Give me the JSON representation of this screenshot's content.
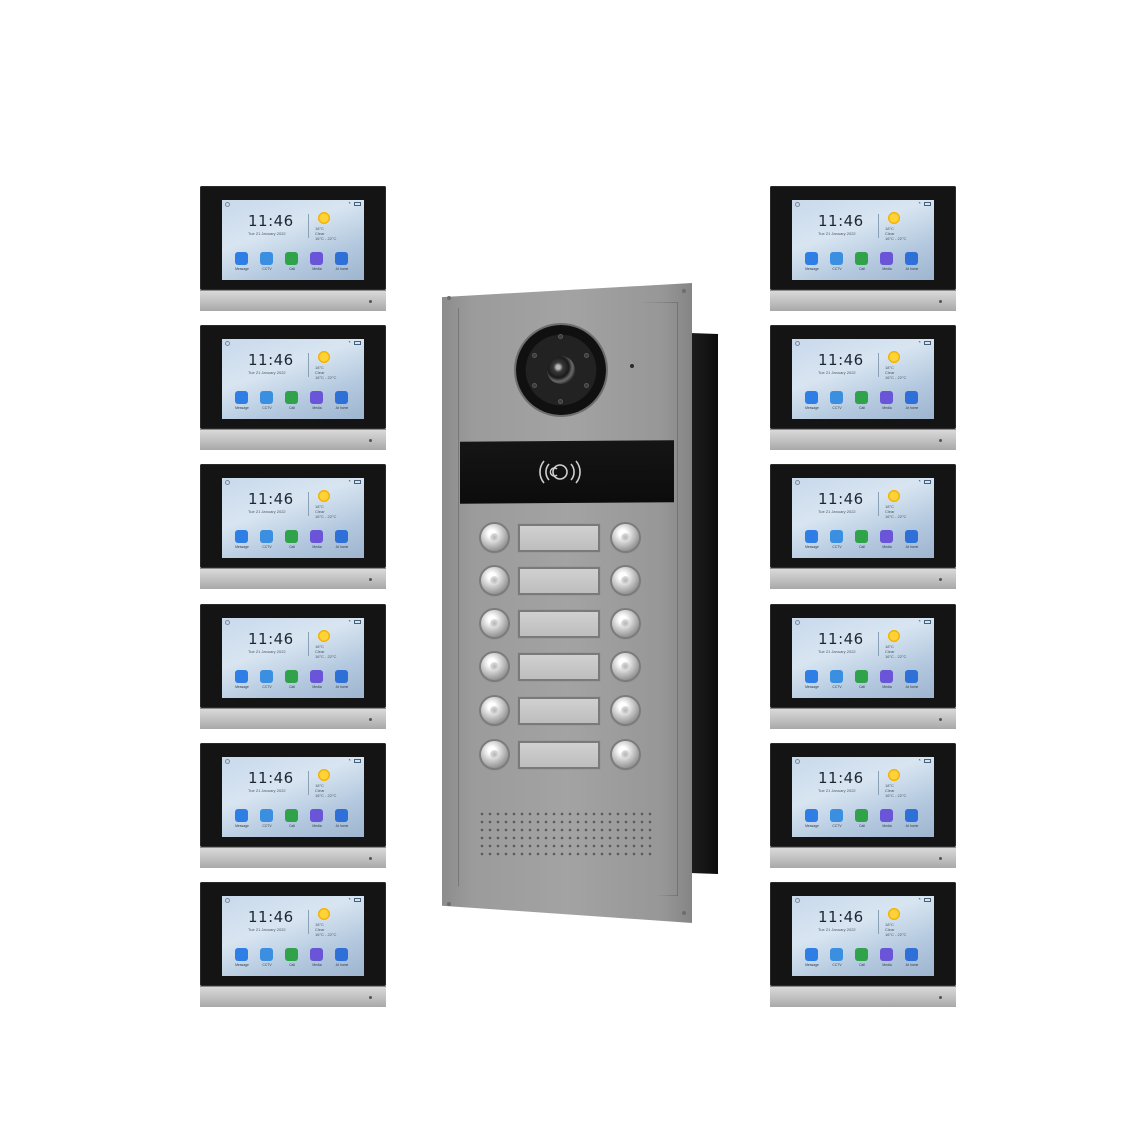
{
  "monitor": {
    "time": "11:46",
    "date": "Tue 21 January 2022",
    "weather": [
      "18°C",
      "Clear",
      "16°C - 22°C"
    ],
    "apps": [
      "Message",
      "CCTV",
      "Call",
      "Media",
      "At home"
    ],
    "icons": {
      "settings": "settings-icon",
      "wifi": "wifi-icon",
      "battery": "battery-icon",
      "weather": "sun-icon"
    }
  },
  "monitor_count": 12,
  "door_station": {
    "call_button_rows": 6,
    "colors": {
      "panel": "#9b9b9b",
      "strip": "#101010"
    },
    "icons": {
      "rfid": "rfid-card-icon",
      "camera": "camera-lens-icon"
    }
  }
}
